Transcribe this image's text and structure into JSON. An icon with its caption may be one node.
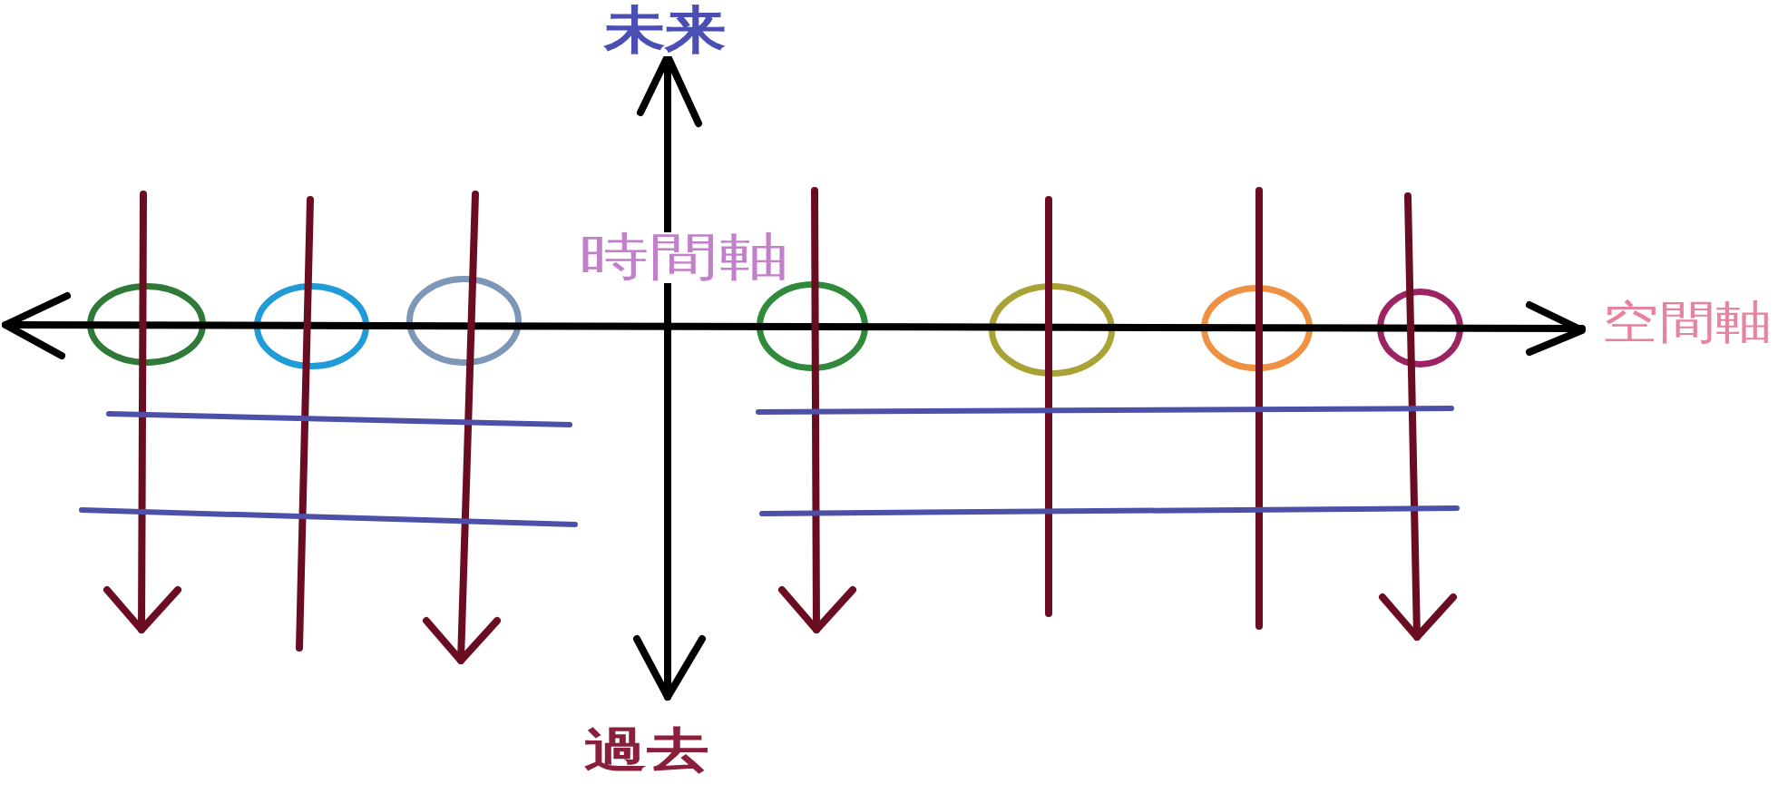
{
  "diagram": {
    "nodes": [
      {
        "text": [],
        "shape": "ellipse"
      },
      {
        "text": [],
        "shape": "ellipse"
      },
      {
        "text": [],
        "shape": "ellipse"
      },
      {
        "text": [],
        "shape": "ellipse"
      },
      {
        "text": [],
        "shape": "ellipse"
      },
      {
        "text": [],
        "shape": "ellipse"
      },
      {
        "text": [],
        "shape": "ellipse"
      }
    ],
    "labels": [
      "未来",
      "時間軸",
      "空間軸",
      "過去"
    ]
  }
}
